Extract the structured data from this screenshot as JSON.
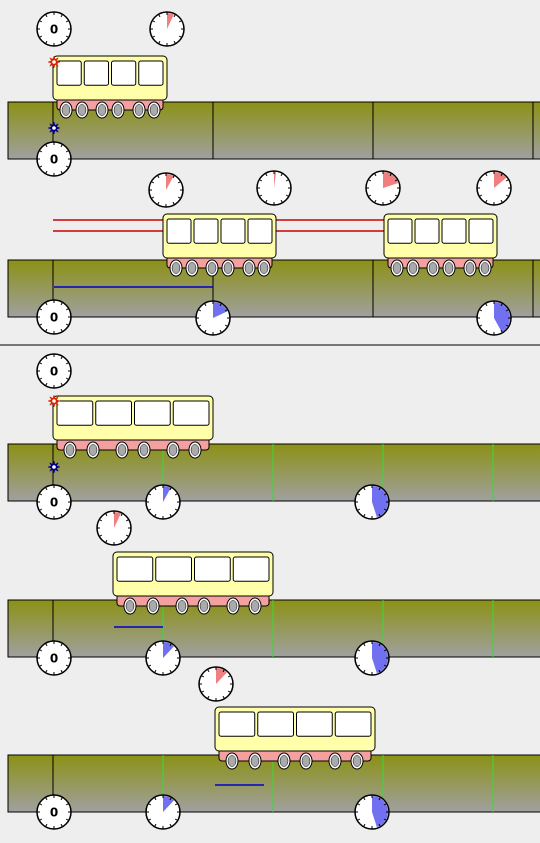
{
  "colors": {
    "background": "#eeeeee",
    "track_top": "#8b9115",
    "track_bottom": "#a0a0a0",
    "car_body": "#ffffaa",
    "car_chassis": "#f4a0a0",
    "wheel": "#aaaaaa",
    "clock_face": "#ffffff",
    "moving_clock_fill": "#f08080",
    "track_clock_fill": "#7070f0",
    "light_ray": "#cc0000",
    "distance_bar": "#0000cc",
    "track_mark": "#000000",
    "track_mark_green": "#33dd33",
    "flash_red": "#dd2200",
    "flash_blue": "#000088",
    "divider": "#000000"
  },
  "panels": [
    {
      "id": "upper-a",
      "clock_readings": {
        "train_front": "0",
        "train_rear_fraction": 0.07,
        "track_origin": "0"
      }
    },
    {
      "id": "upper-b",
      "train_clock_fractions": [
        0.08,
        0.02,
        0.2,
        0.14
      ],
      "track_clock_labels": [
        "0"
      ],
      "track_clock_fractions": [
        0.18,
        0.42
      ]
    },
    {
      "id": "lower-a",
      "clock_labels": [
        "0",
        "0"
      ],
      "track_clock_fractions": [
        0.08,
        0.45
      ]
    },
    {
      "id": "lower-b",
      "train_clock_fraction": 0.07,
      "clock_labels": [
        "0"
      ],
      "track_clock_fractions": [
        0.12,
        0.45
      ]
    },
    {
      "id": "lower-c",
      "train_clock_fraction": 0.12,
      "clock_labels": [
        "0"
      ],
      "track_clock_fractions": [
        0.12,
        0.45
      ]
    }
  ]
}
